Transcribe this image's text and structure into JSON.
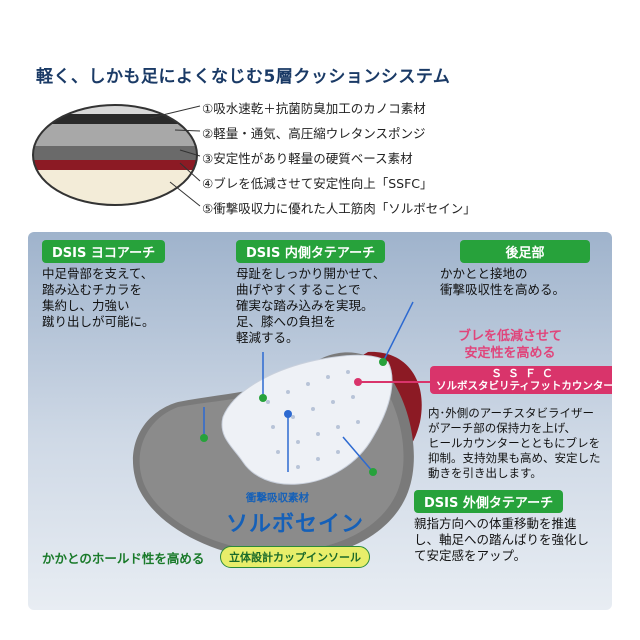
{
  "title": "軽く、しかも足によくなじむ5層クッションシステム",
  "layers": [
    "①吸水速乾＋抗菌防臭加工のカノコ素材",
    "②軽量・通気、高圧縮ウレタンスポンジ",
    "③安定性があり軽量の硬質ベース素材",
    "④ブレを低減させて安定性向上「SSFC」",
    "⑤衝撃吸収力に優れた人工筋肉「ソルボセイン」"
  ],
  "features": {
    "yoko": {
      "tag": "DSIS ヨコアーチ",
      "text": "中足骨部を支えて、\n踏み込むチカラを\n集約し、力強い\n蹴り出しが可能に。"
    },
    "uchigawa": {
      "tag": "DSIS 内側タテアーチ",
      "text": "母趾をしっかり開かせて、\n曲げやすくすることで\n確実な踏み込みを実現。\n足、膝への負担を\n軽減する。"
    },
    "koso": {
      "tag": "後足部",
      "text": "かかとと接地の\n衝撃吸収性を高める。"
    },
    "ssfc": {
      "headline": "ブレを低減させて\n安定性を高める",
      "name": "ＳＳＦＣ",
      "subname": "ソルボスタビリティフットカウンター",
      "text": "内･外側のアーチスタビライザー\nがアーチ部の保持力を上げ、\nヒールカウンターとともにブレを\n抑制。支持効果も高め、安定した\n動きを引き出します。"
    },
    "sotogawa": {
      "tag": "DSIS 外側タテアーチ",
      "text": "親指方向への体重移動を推進\nし、軸足への踏んばりを強化し\nて安定感をアップ。"
    },
    "sorbo": {
      "sub": "衝撃吸収素材",
      "main": "ソルボセイン"
    },
    "hold": "かかとのホールド性を高める",
    "cup": "立体設計カップインソール"
  },
  "colors": {
    "title": "#1a3a66",
    "tag_green": "#27a23b",
    "accent_pink": "#d9346b",
    "sorbo_blue": "#1560b8"
  }
}
